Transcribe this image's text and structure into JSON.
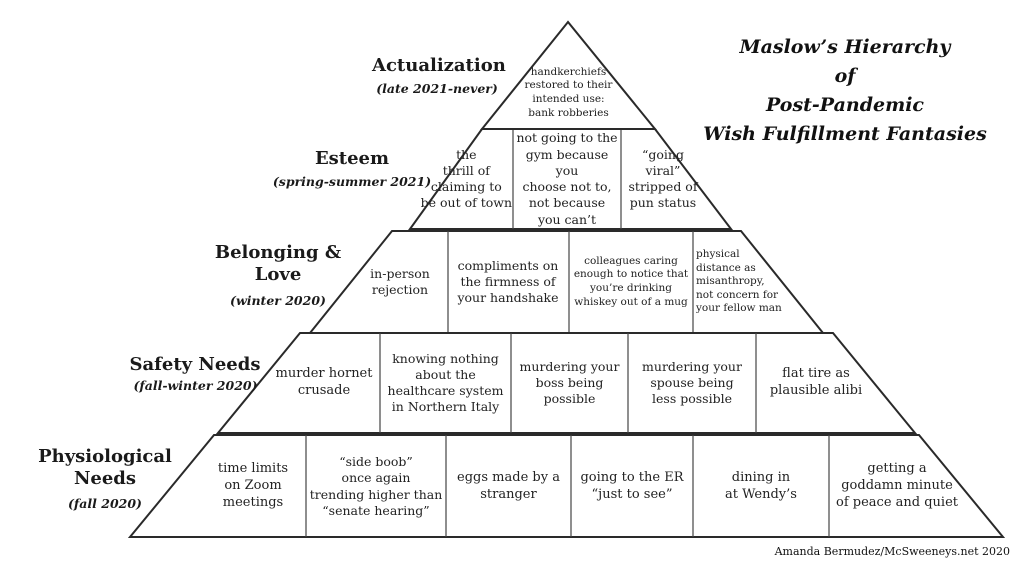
{
  "title": "Maslow’s Hierarchy\nof\nPost-Pandemic\nWish Fulfillment Fantasies",
  "credit": "Amanda Bermudez/McSweeneys.net 2020",
  "levels": [
    {
      "name": "Actualization",
      "period": "(late 2021-never)",
      "items": [
        "handkerchiefs\nrestored to their\nintended use:\nbank robberies"
      ]
    },
    {
      "name": "Esteem",
      "period": "(spring-summer 2021)",
      "items": [
        "the\nthrill of\nclaiming to\nbe out of town",
        "not going to the\ngym because you\nchoose not to,\nnot because\nyou can’t",
        "“going\nviral”\nstripped of\npun status"
      ]
    },
    {
      "name": "Belonging &\nLove",
      "period": "(winter 2020)",
      "items": [
        "in-person\nrejection",
        "compliments on\nthe firmness of\nyour handshake",
        "colleagues caring\nenough to notice that\nyou’re drinking\nwhiskey out of a mug",
        "physical\ndistance as\nmisanthropy,\nnot concern for\nyour fellow man"
      ]
    },
    {
      "name": "Safety Needs",
      "period": "(fall-winter 2020)",
      "items": [
        "murder hornet\ncrusade",
        "knowing nothing\nabout the\nhealthcare system\nin Northern Italy",
        "murdering your\nboss being\npossible",
        "murdering your\nspouse being\nless possible",
        "flat tire as\nplausible alibi"
      ]
    },
    {
      "name": "Physiological\nNeeds",
      "period": "(fall 2020)",
      "items": [
        "time limits\non Zoom\nmeetings",
        "“side boob”\nonce again\ntrending higher than\n“senate hearing”",
        "eggs made by a\nstranger",
        "going to the ER\n“just to see”",
        "dining in\nat Wendy’s",
        "getting a\ngoddamn minute\nof peace and quiet"
      ]
    }
  ]
}
